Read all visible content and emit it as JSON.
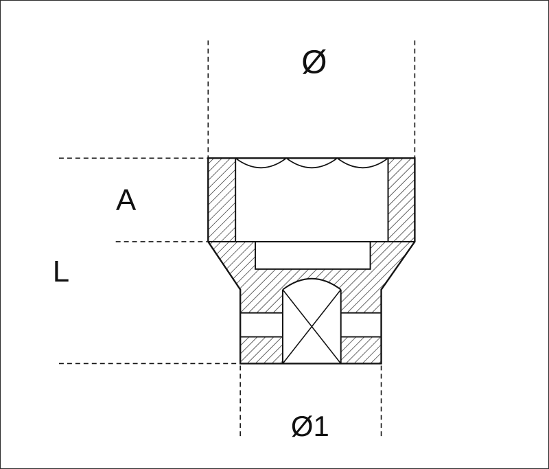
{
  "drawing": {
    "title": "socket-cross-section-dimension-diagram",
    "labels": {
      "outer_diameter": "Ø",
      "head_depth": "A",
      "overall_length": "L",
      "drive_end_diameter": "Ø1"
    },
    "colors": {
      "line": "#141414",
      "background": "#ffffff"
    }
  }
}
